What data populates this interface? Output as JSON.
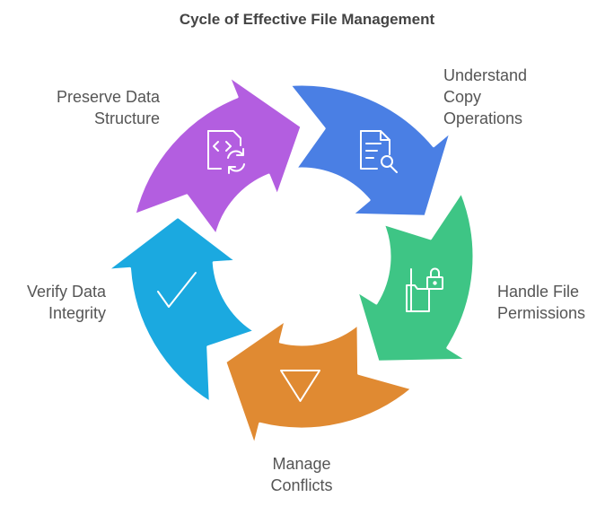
{
  "title": "Cycle of Effective File Management",
  "colors": {
    "blue": "#4a7fe4",
    "green": "#3ec585",
    "orange": "#e08a32",
    "cyan": "#1ba9e0",
    "purple": "#b35ee0"
  },
  "steps": [
    {
      "lines": [
        "Understand",
        "Copy",
        "Operations"
      ],
      "color": "#4a7fe4",
      "icon": "document-search-icon"
    },
    {
      "lines": [
        "Handle File",
        "Permissions"
      ],
      "color": "#3ec585",
      "icon": "folder-lock-icon"
    },
    {
      "lines": [
        "Manage",
        "Conflicts"
      ],
      "color": "#e08a32",
      "icon": "triangle-down-icon"
    },
    {
      "lines": [
        "Verify Data",
        "Integrity"
      ],
      "color": "#1ba9e0",
      "icon": "checkmark-icon"
    },
    {
      "lines": [
        "Preserve Data",
        "Structure"
      ],
      "color": "#b35ee0",
      "icon": "code-sync-icon"
    }
  ]
}
